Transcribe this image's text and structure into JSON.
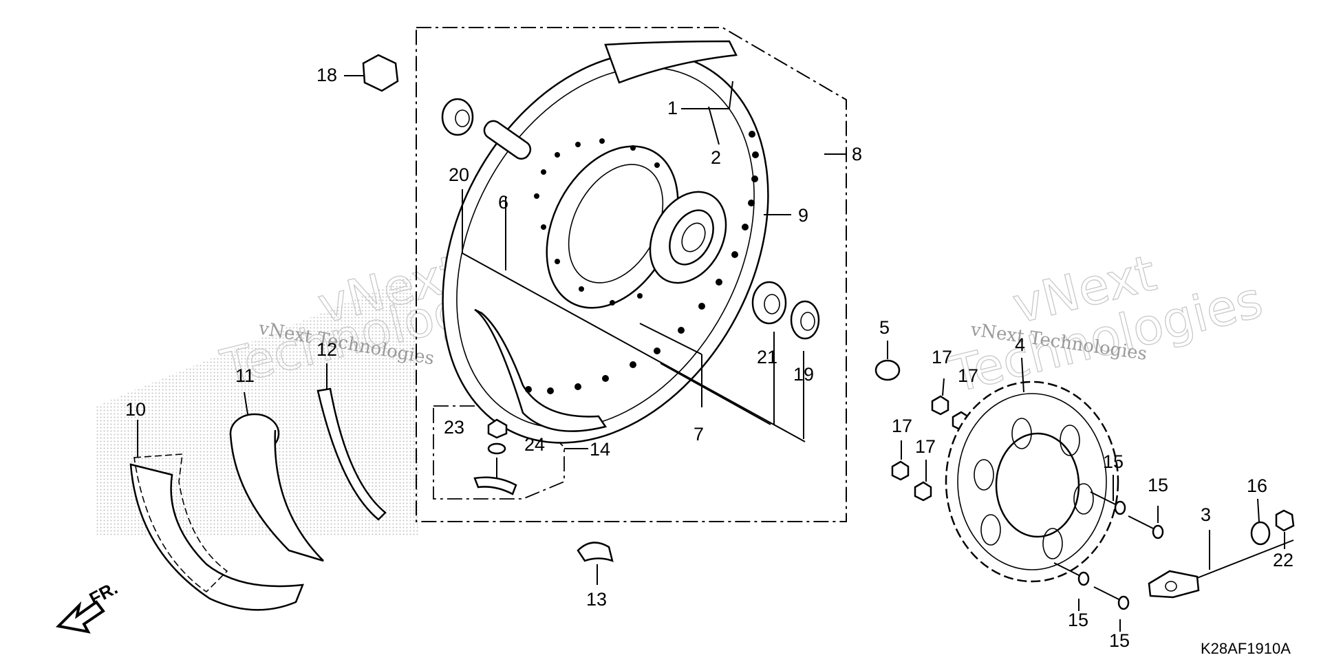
{
  "diagram": {
    "code": "K28AF1910A",
    "front_label": "FR.",
    "watermarks": [
      {
        "line1": "vNext",
        "line2": "Technologies",
        "small": "vNext Technologies"
      },
      {
        "line1": "vNext",
        "line2": "Technologies",
        "small": "vNext Technologies"
      }
    ],
    "callouts": [
      "1",
      "2",
      "3",
      "4",
      "5",
      "6",
      "7",
      "8",
      "9",
      "10",
      "11",
      "12",
      "13",
      "14",
      "15",
      "15",
      "15",
      "15",
      "16",
      "17",
      "17",
      "17",
      "17",
      "18",
      "19",
      "20",
      "21",
      "22",
      "23",
      "24"
    ]
  }
}
